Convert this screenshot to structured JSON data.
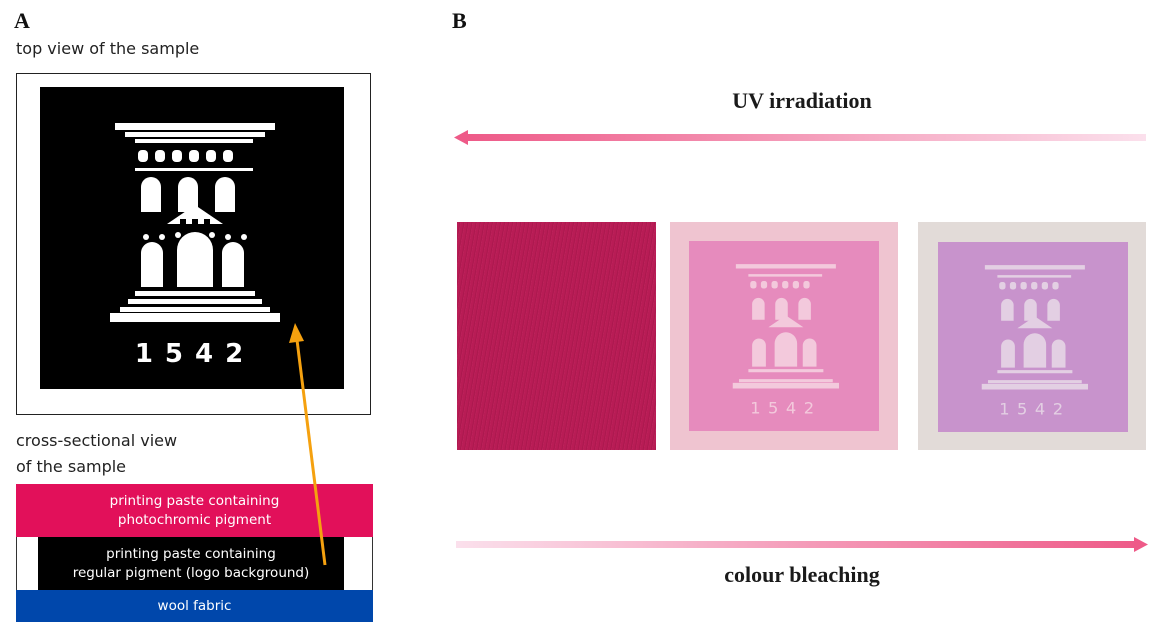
{
  "panel_a": {
    "letter": "A",
    "top_view_caption": "top view of the sample",
    "logo_year": "1542",
    "cross_section_caption_line1": "cross-sectional view",
    "cross_section_caption_line2": "of the sample",
    "layers": {
      "photochromic_line1": "printing paste containing",
      "photochromic_line2": "photochromic pigment",
      "regular_line1": "printing paste containing",
      "regular_line2": "regular pigment (logo background)",
      "wool": "wool fabric"
    },
    "colors": {
      "photochromic": "#e2105a",
      "regular": "#000000",
      "wool": "#0047ab",
      "pointer_arrow": "#f5a10f"
    }
  },
  "panel_b": {
    "letter": "B",
    "uv_label": "UV irradiation",
    "bleach_label": "colour bleaching",
    "swatch_years": [
      "1542",
      "1542"
    ],
    "colors": {
      "arrow": "#f06a94",
      "swatch_dark": "#b81c55",
      "swatch_mid": "#e989b6",
      "swatch_light": "#c891c9"
    }
  }
}
